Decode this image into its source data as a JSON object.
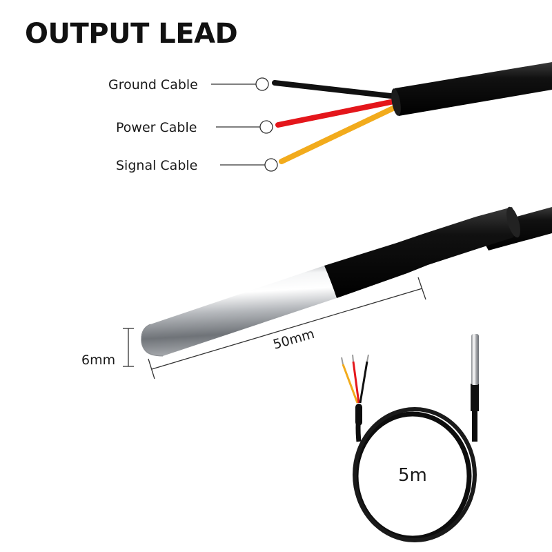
{
  "title": "OUTPUT LEAD",
  "wires": [
    {
      "label": "Ground Cable",
      "color": "#111111"
    },
    {
      "label": "Power Cable",
      "color": "#e4161b"
    },
    {
      "label": "Signal Cable",
      "color": "#f2ab1c"
    }
  ],
  "dimensions": {
    "diameter": "6mm",
    "length": "50mm",
    "cable_length": "5m"
  },
  "colors": {
    "cable_jacket": "#0d0d0d",
    "probe_steel": "#c9cbcf"
  }
}
